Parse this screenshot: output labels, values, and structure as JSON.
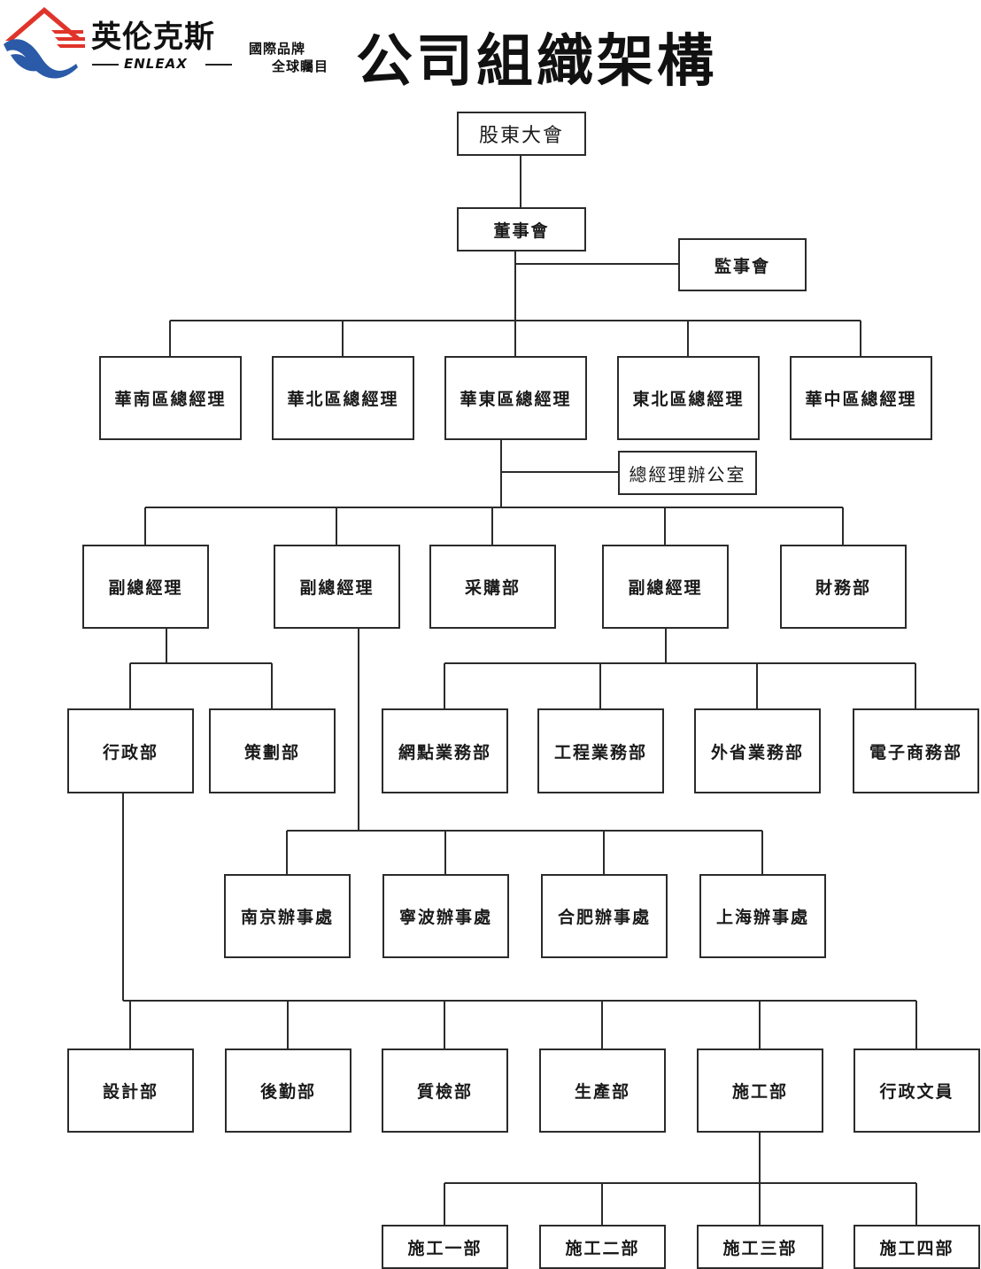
{
  "header": {
    "brand_cn": "英伦克斯",
    "brand_en": "ENLEAX",
    "slogan_line1": "國際品牌",
    "slogan_line2": "全球矚目",
    "title": "公司組織架構",
    "logo_colors": {
      "red": "#e0342b",
      "blue": "#2a5aa8"
    }
  },
  "nodes": {
    "shareholders": "股東大會",
    "board": "董事會",
    "supervisors": "監事會",
    "gm_south": "華南區總經理",
    "gm_north": "華北區總經理",
    "gm_east": "華東區總經理",
    "gm_northeast": "東北區總經理",
    "gm_central": "華中區總經理",
    "gm_office": "總經理辦公室",
    "vgm_1": "副總經理",
    "vgm_2": "副總經理",
    "purchasing": "采購部",
    "vgm_3": "副總經理",
    "finance": "財務部",
    "admin": "行政部",
    "planning": "策劃部",
    "network_sales": "網點業務部",
    "engineering_sales": "工程業務部",
    "provincial_sales": "外省業務部",
    "ecommerce": "電子商務部",
    "nanjing": "南京辦事處",
    "ningbo": "寧波辦事處",
    "hefei": "合肥辦事處",
    "shanghai": "上海辦事處",
    "design": "設計部",
    "logistics": "後勤部",
    "qc": "質檢部",
    "production": "生產部",
    "construction": "施工部",
    "admin_clerk": "行政文員",
    "construction_1": "施工一部",
    "construction_2": "施工二部",
    "construction_3": "施工三部",
    "construction_4": "施工四部"
  }
}
